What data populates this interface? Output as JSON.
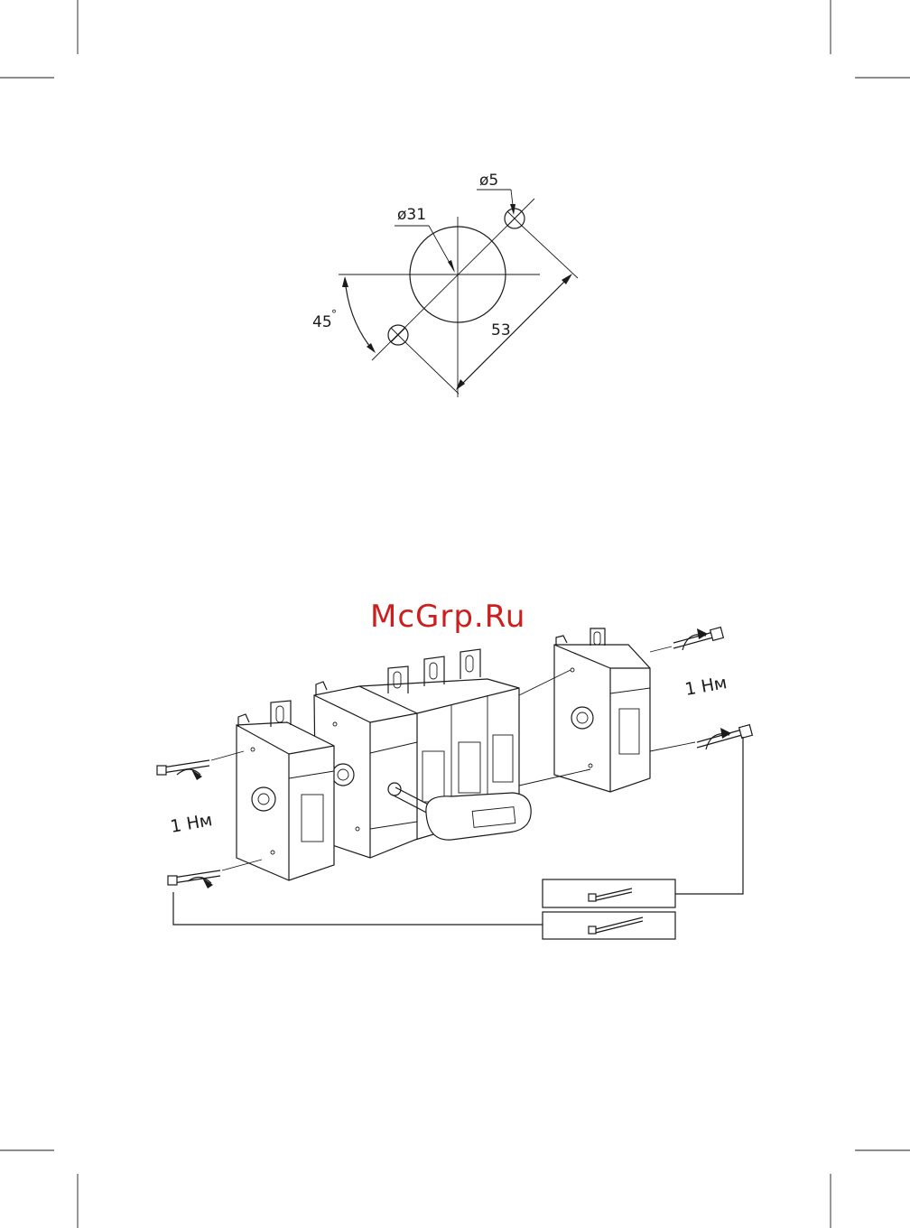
{
  "drilling_diagram": {
    "dia_large_label": "ø31",
    "dia_small_label": "ø5",
    "distance_label": "53",
    "angle_label": "45",
    "angle_unit": "°"
  },
  "assembly_diagram": {
    "torque_right": "1 Нм",
    "torque_left": "1 Нм"
  },
  "watermark": {
    "text": "McGrp.Ru",
    "color": "#cc1e1e"
  }
}
